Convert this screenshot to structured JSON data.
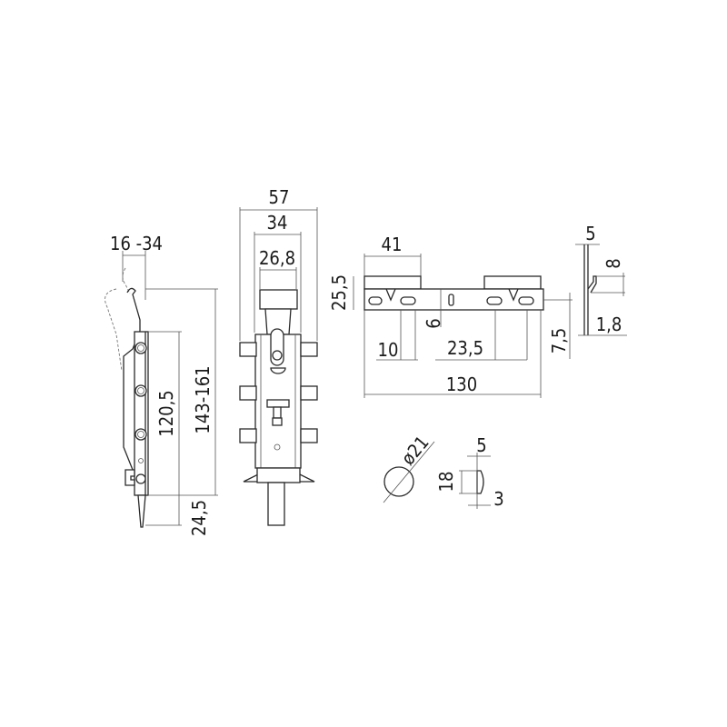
{
  "side_view": {
    "width_range": "16 -34",
    "height_inner": "120,5",
    "height_total": "143-161",
    "tip_length": "24,5"
  },
  "front_view": {
    "overall_width": "57",
    "body_width": "34",
    "cap_width": "26,8"
  },
  "bracket_view": {
    "plate_width": "41",
    "height": "25,5",
    "slot_offset": "6",
    "slot_length": "10",
    "slot_spacing": "23,5",
    "length": "130",
    "slot_height": "7,5"
  },
  "bracket_profile": {
    "flange_width": "5",
    "flange_height": "8",
    "thickness": "1,8"
  },
  "cap_view": {
    "diameter": "ø21",
    "height": "18",
    "depth": "5",
    "dome": "3"
  }
}
